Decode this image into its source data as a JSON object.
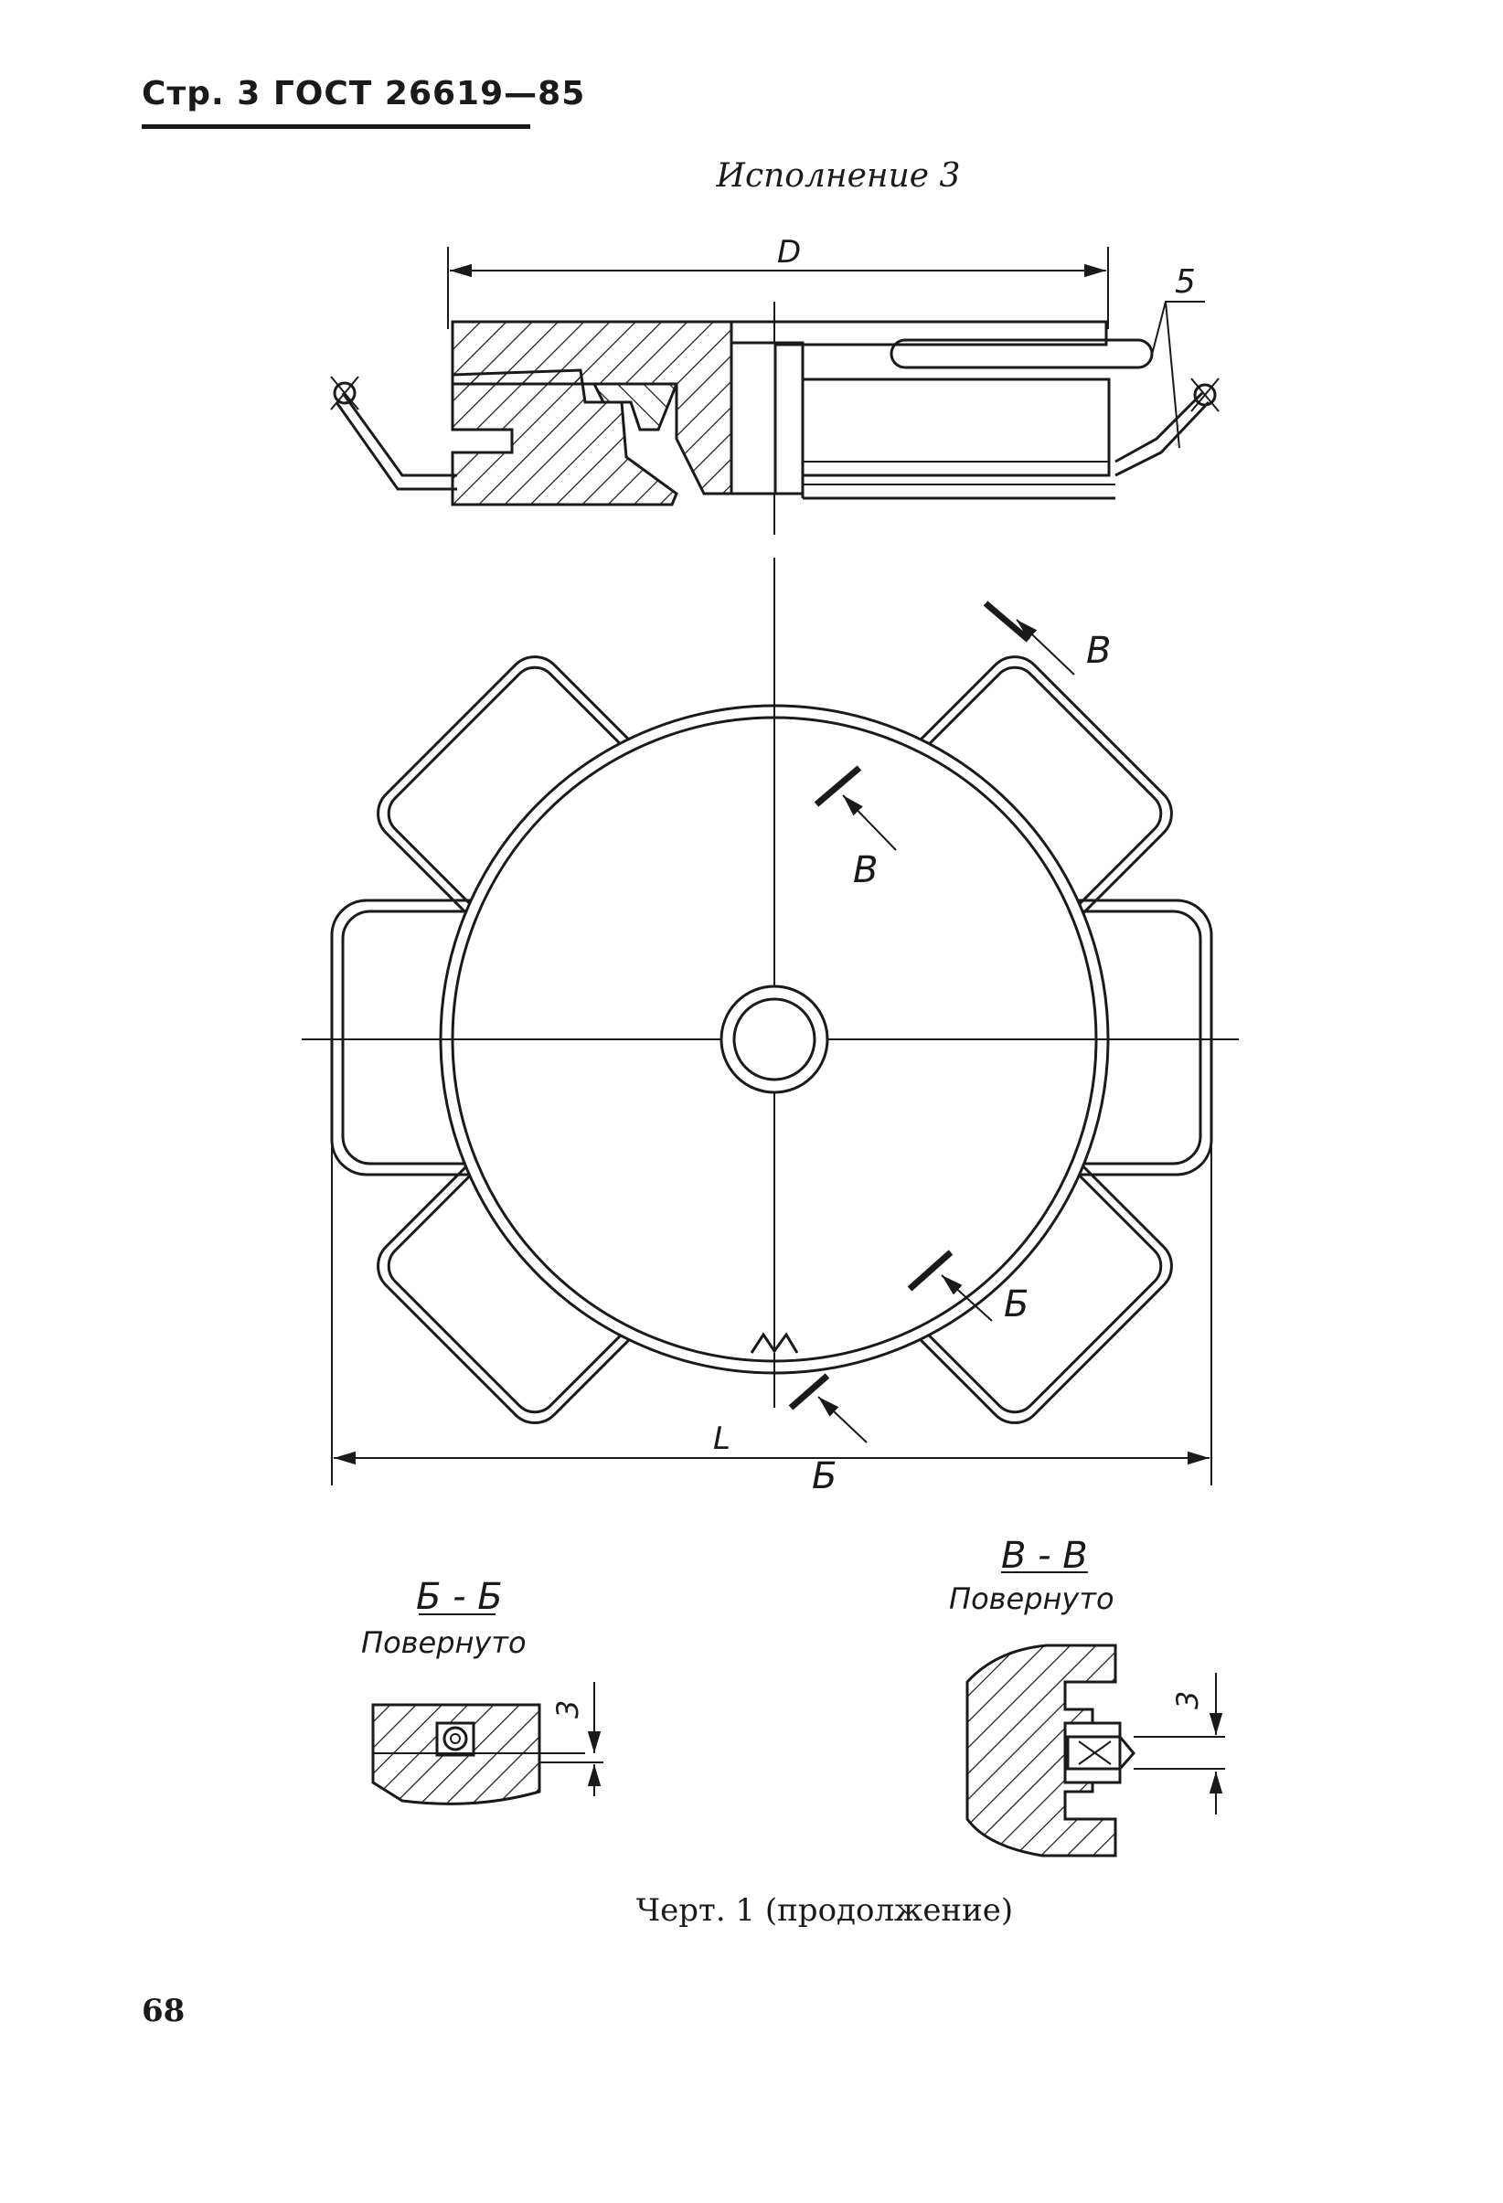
{
  "header": {
    "text": "Стр. 3 ГОСТ 26619—85"
  },
  "variant_title": "Исполнение 3",
  "labels": {
    "dim_D": "D",
    "dim_L": "L",
    "callout_5": "5",
    "section_v_top": "В",
    "section_v_inner": "В",
    "section_b_right": "Б",
    "section_b_bottom": "Б",
    "section_b_title": "Б - Б",
    "section_b_sub": "Повернуто",
    "section_v_title": "В - В",
    "section_v_sub": "Повернуто",
    "dim_3_left": "3",
    "dim_3_right": "3"
  },
  "caption": "Черт. 1 (продолжение)",
  "page_number": "68"
}
